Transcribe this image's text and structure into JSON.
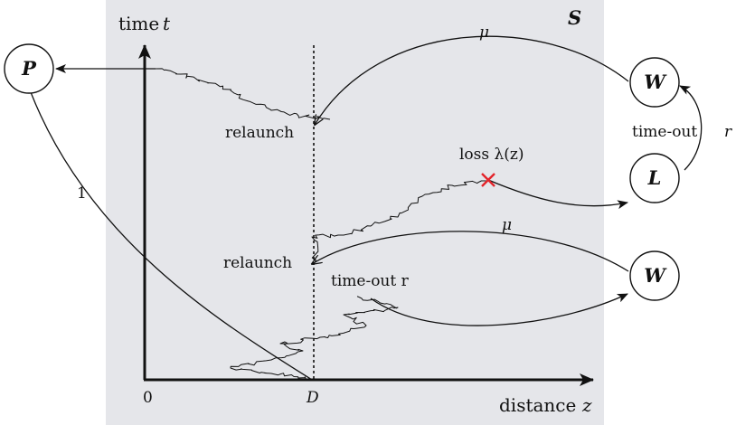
{
  "diagram": {
    "region_label": "S",
    "y_axis": {
      "label": "time",
      "var": "t"
    },
    "x_axis": {
      "label": "distance",
      "var": "z",
      "origin": "0",
      "marker": "D"
    },
    "nodes": {
      "P": "P",
      "W_top": "W",
      "L": "L",
      "W_bottom": "W"
    },
    "labels": {
      "mu_top": "μ",
      "mu_bottom": "μ",
      "time_out_side": "time-out",
      "r_side": "r",
      "relaunch_top": "relaunch",
      "relaunch_bottom": "relaunch",
      "loss": "loss λ(z)",
      "time_out_r": "time-out r",
      "one": "1"
    },
    "colors": {
      "region_fill": "#e5e6ea",
      "ink": "#111111",
      "loss_mark": "#e3242b"
    }
  }
}
